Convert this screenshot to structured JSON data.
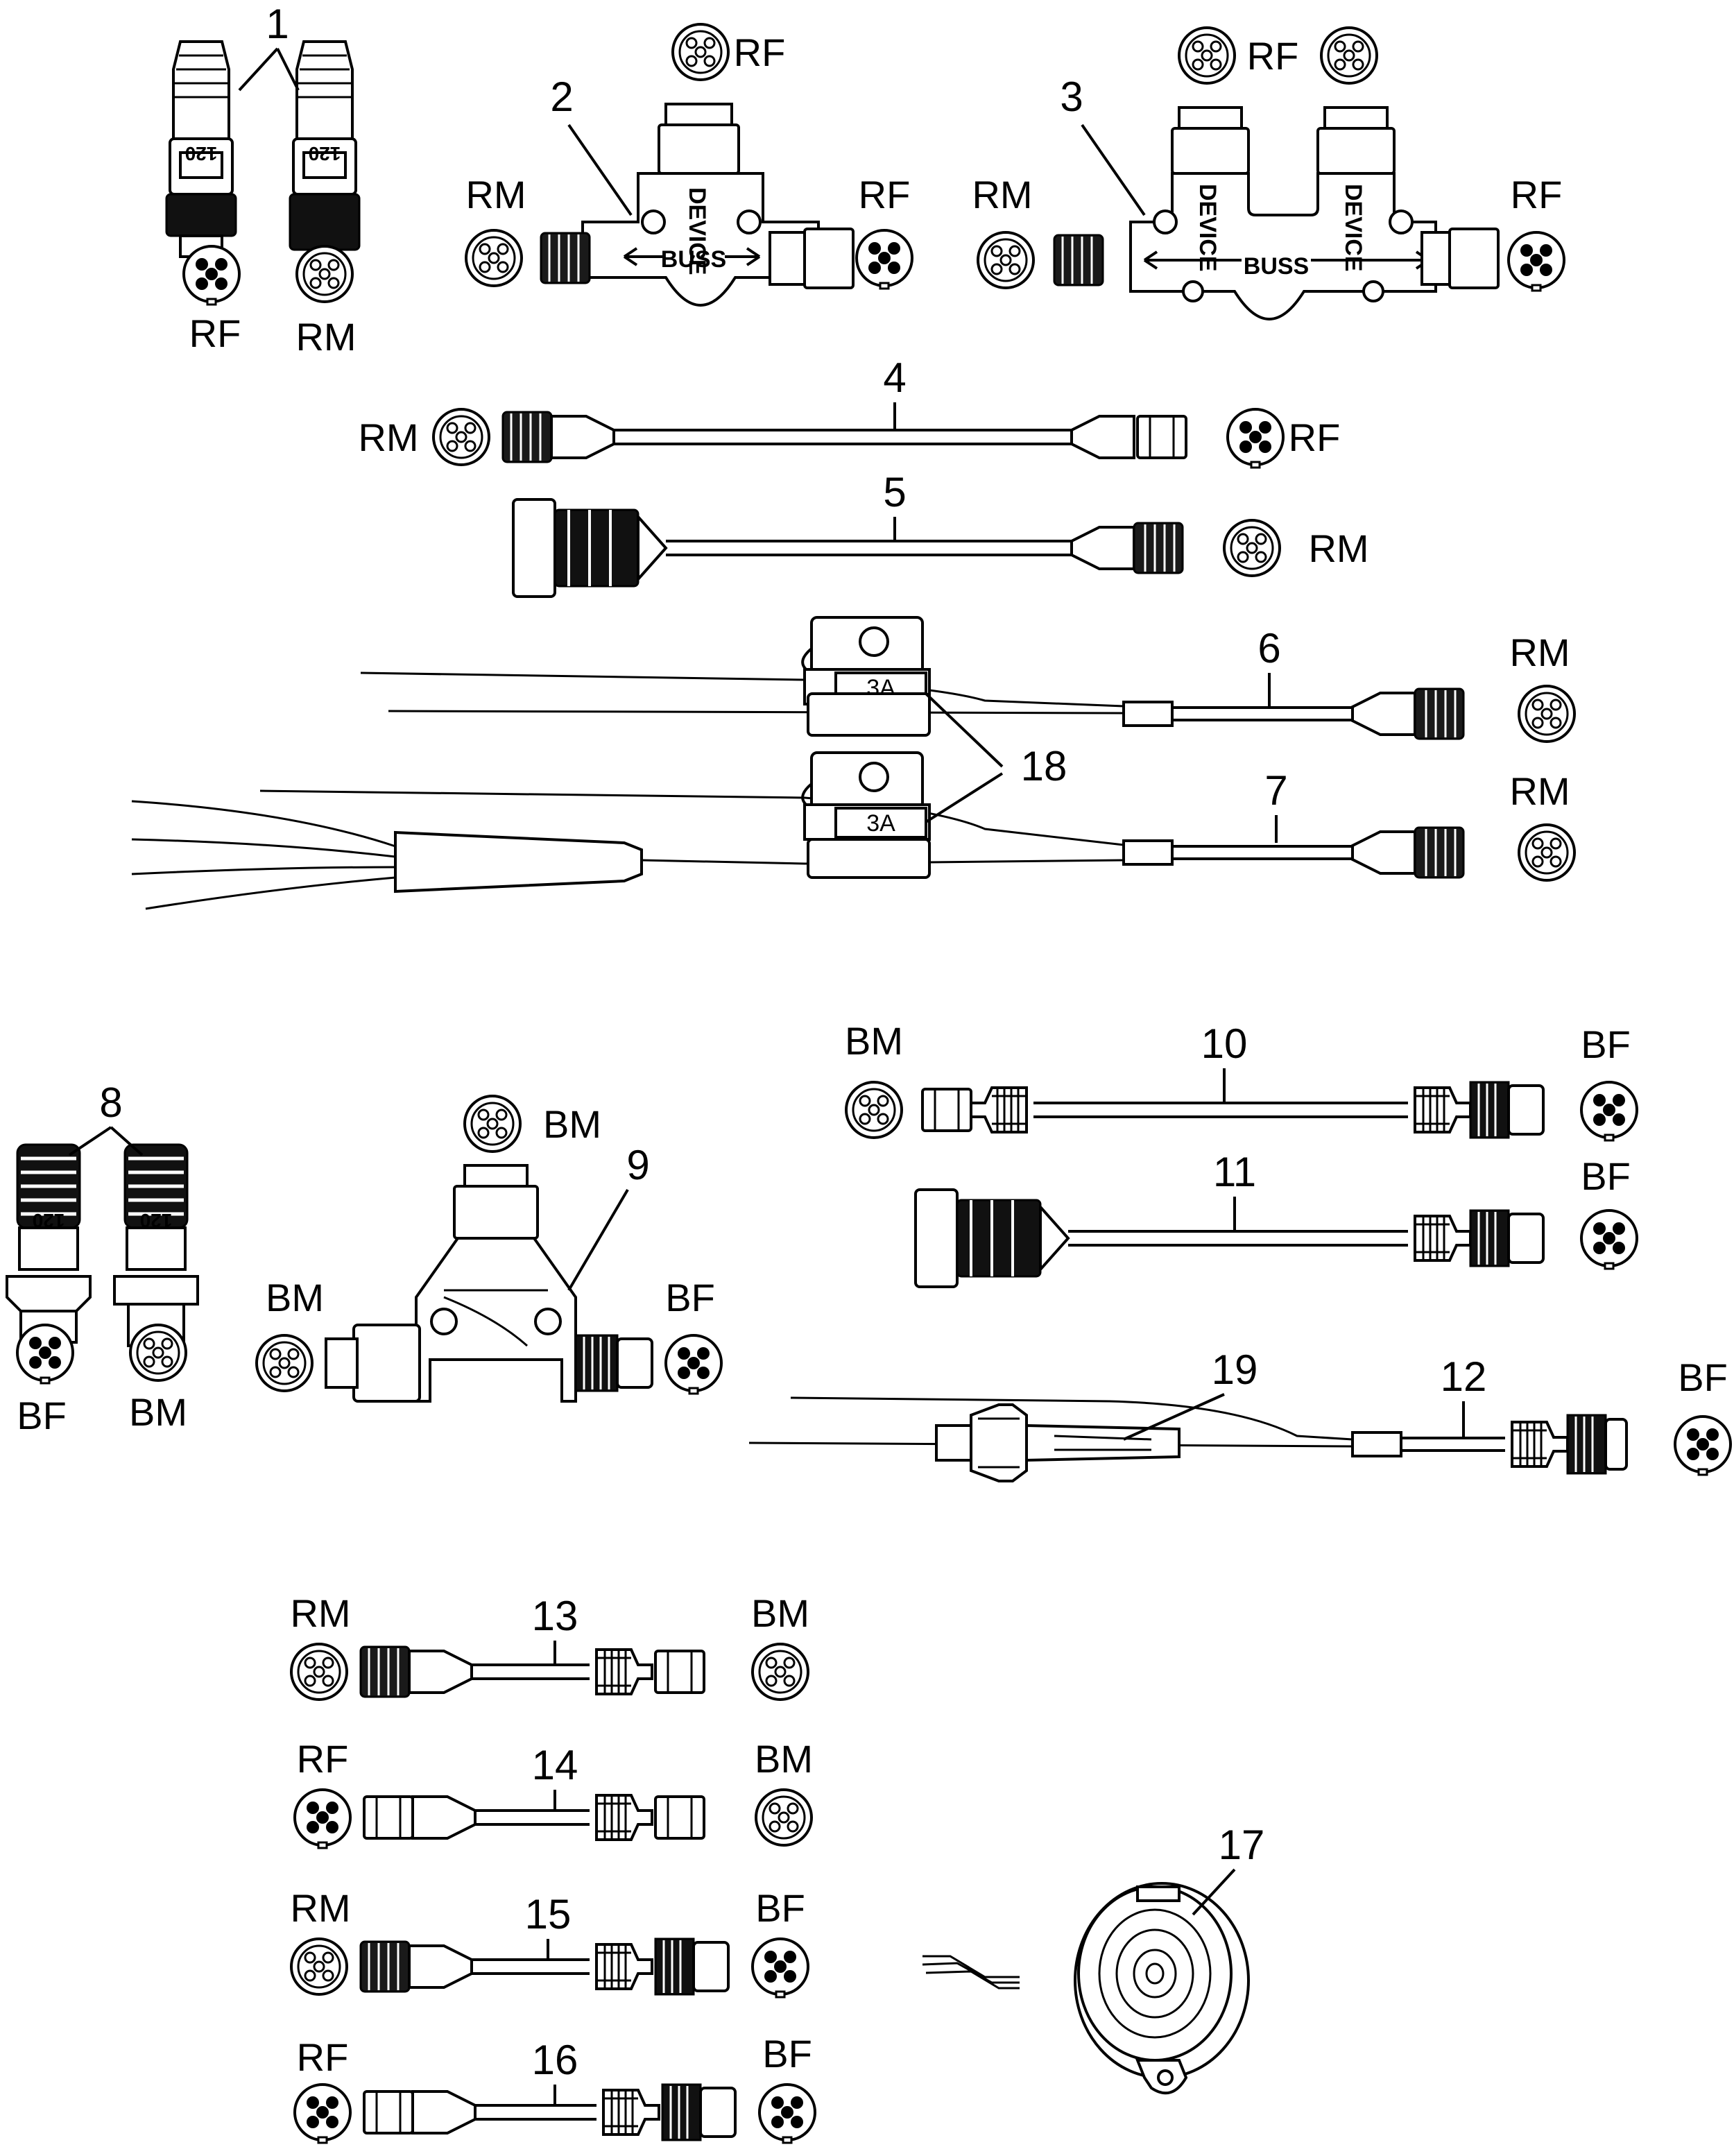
{
  "colors": {
    "ink": "#000000",
    "paper": "#ffffff"
  },
  "callouts": {
    "c1": "1",
    "c2": "2",
    "c3": "3",
    "c4": "4",
    "c5": "5",
    "c6": "6",
    "c7": "7",
    "c8": "8",
    "c9": "9",
    "c10": "10",
    "c11": "11",
    "c12": "12",
    "c13": "13",
    "c14": "14",
    "c15": "15",
    "c16": "16",
    "c17": "17",
    "c18": "18",
    "c19": "19"
  },
  "connector_codes": {
    "rf": "RF",
    "rm": "RM",
    "bf": "BF",
    "bm": "BM"
  },
  "part_text": {
    "terminator_value": "120",
    "tee_device": "DEVICE",
    "tee_buss": "BUSS",
    "fuse_rating": "3A"
  },
  "icon_names": [
    "connector-face-icon",
    "cable-plug-icon",
    "terminator-icon",
    "fuse-holder-icon",
    "buzzer-icon"
  ]
}
